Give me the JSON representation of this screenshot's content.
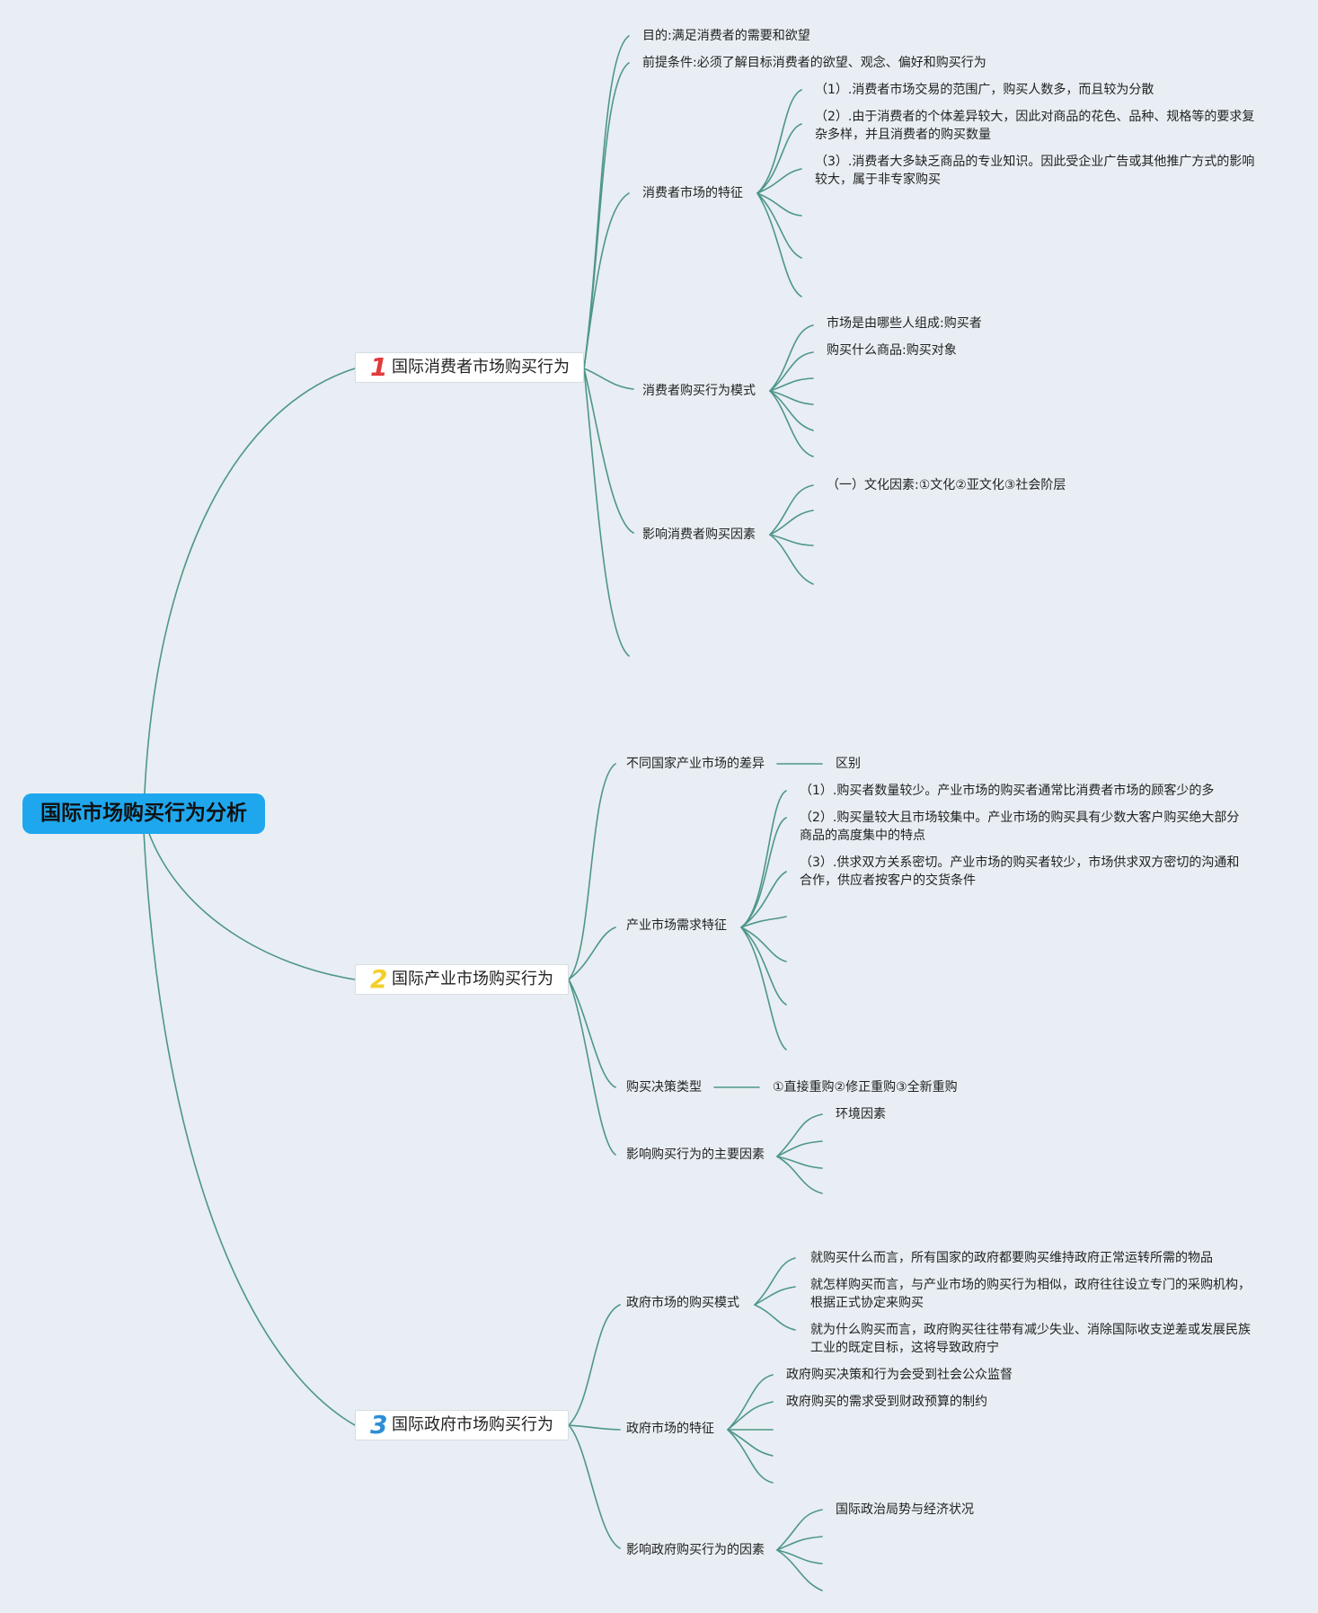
{
  "root": "国际市场购买行为分析",
  "colors": {
    "root_bg": "#1fa7ee",
    "line": "#4e9688",
    "num1": "#e33a3a",
    "num2": "#f2cf2a",
    "num3": "#2c8fd6"
  },
  "branch1": {
    "num": "1",
    "title": "国际消费者市场购买行为",
    "purpose": "目的:满足消费者的需要和欲望",
    "premise": "前提条件:必须了解目标消费者的欲望、观念、偏好和购买行为",
    "features": {
      "label": "消费者市场的特征",
      "items": [
        "（1）.消费者市场交易的范围广，购买人数多，而且较为分散",
        "（2）.由于消费者的个体差异较大，因此对商品的花色、品种、规格等的要求复杂多样，并且消费者的购买数量",
        "（3）.消费者大多缺乏商品的专业知识。因此受企业广告或其他推广方式的影响较大，属于非专家购买"
      ]
    },
    "model": {
      "label": "消费者购买行为模式",
      "items": [
        "市场是由哪些人组成:购买者",
        "购买什么商品:购买对象"
      ]
    },
    "factors": {
      "label": "影响消费者购买因素",
      "items": [
        "（一）文化因素:①文化②亚文化③社会阶层"
      ]
    }
  },
  "branch2": {
    "num": "2",
    "title": "国际产业市场购买行为",
    "diff": {
      "label": "不同国家产业市场的差异",
      "child": "区别"
    },
    "demand": {
      "label": "产业市场需求特征",
      "items": [
        "（1）.购买者数量较少。产业市场的购买者通常比消费者市场的顾客少的多",
        "（2）.购买量较大且市场较集中。产业市场的购买具有少数大客户购买绝大部分商品的高度集中的特点",
        "（3）.供求双方关系密切。产业市场的购买者较少，市场供求双方密切的沟通和合作，供应者按客户的交货条件"
      ]
    },
    "decision": {
      "label": "购买决策类型",
      "child": "①直接重购②修正重购③全新重购"
    },
    "influence": {
      "label": "影响购买行为的主要因素",
      "items": [
        "环境因素"
      ]
    }
  },
  "branch3": {
    "num": "3",
    "title": "国际政府市场购买行为",
    "pattern": {
      "label": "政府市场的购买模式",
      "items": [
        "就购买什么而言，所有国家的政府都要购买维持政府正常运转所需的物品",
        "就怎样购买而言，与产业市场的购买行为相似，政府往往设立专门的采购机构，根据正式协定来购买",
        "就为什么购买而言，政府购买往往带有减少失业、消除国际收支逆差或发展民族工业的既定目标，这将导致政府宁"
      ]
    },
    "features": {
      "label": "政府市场的特征",
      "items": [
        "政府购买决策和行为会受到社会公众监督",
        "政府购买的需求受到财政预算的制约"
      ]
    },
    "factors": {
      "label": "影响政府购买行为的因素",
      "items": [
        "国际政治局势与经济状况"
      ]
    }
  }
}
